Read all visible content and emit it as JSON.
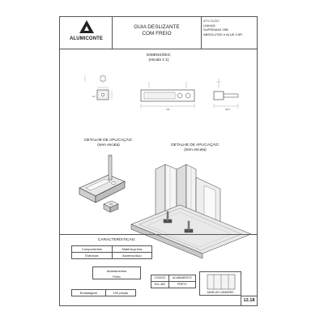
{
  "brand": {
    "name": "ALUMICONTE"
  },
  "header": {
    "title_line1": "GUIA DESLIZANTE",
    "title_line2": "COM FREIO",
    "application_label": "APLICAÇÃO:",
    "application_lines": [
      "LINHAS:",
      "SUPREMAS 25B",
      "ABSOLUTAS e ALUK 2-5R"
    ]
  },
  "dimensions": {
    "title": "DIMENSÕES:",
    "scale": "(escala 1:1)"
  },
  "application_detail_left": {
    "line1": "DETALHE DE APLICAÇÃO:",
    "line2": "(sem escala)"
  },
  "application_detail_right": {
    "line1": "DETALHE DE APLICAÇÃO:",
    "line2": "(sem escala)"
  },
  "characteristics": {
    "title": "CARACTERÍSTICAS:",
    "header": [
      "Componentes",
      "Matéria-prima"
    ],
    "rows": [
      [
        "Estrutura",
        "Alumínio/Aço"
      ]
    ]
  },
  "finish": {
    "label": "Acabamentos",
    "value": "Preto"
  },
  "codes": {
    "code_label": "CÓDIGO",
    "finish_label": "ACABAMENTO",
    "code_value": "NYL-382",
    "finish_value": "PRETO"
  },
  "packaging": {
    "label": "Embalagem",
    "value": "100 peças"
  },
  "lines_box": {
    "label": "JANELAS CAMARÃO"
  },
  "page_code": "12.18",
  "dims": {
    "d1": "4.9",
    "d2": "33.5",
    "d3": "14"
  }
}
